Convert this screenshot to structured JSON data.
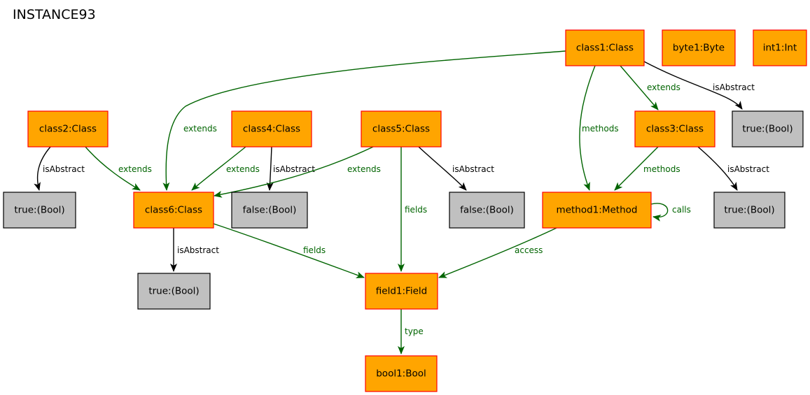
{
  "title": "INSTANCE93",
  "colors": {
    "object_fill": "#ffa500",
    "object_stroke": "#ff0000",
    "value_fill": "#c0c0c0",
    "value_stroke": "#000000",
    "link_color": "#006400",
    "attr_color": "#000000"
  },
  "nodes": [
    {
      "id": "class1",
      "label": "class1:Class",
      "kind": "object"
    },
    {
      "id": "byte1",
      "label": "byte1:Byte",
      "kind": "object"
    },
    {
      "id": "int1",
      "label": "int1:Int",
      "kind": "object"
    },
    {
      "id": "class2",
      "label": "class2:Class",
      "kind": "object"
    },
    {
      "id": "class4",
      "label": "class4:Class",
      "kind": "object"
    },
    {
      "id": "class5",
      "label": "class5:Class",
      "kind": "object"
    },
    {
      "id": "class3",
      "label": "class3:Class",
      "kind": "object"
    },
    {
      "id": "true_c1",
      "label": "true:(Bool)",
      "kind": "value"
    },
    {
      "id": "true_c2",
      "label": "true:(Bool)",
      "kind": "value"
    },
    {
      "id": "class6",
      "label": "class6:Class",
      "kind": "object"
    },
    {
      "id": "false_c4",
      "label": "false:(Bool)",
      "kind": "value"
    },
    {
      "id": "false_c5",
      "label": "false:(Bool)",
      "kind": "value"
    },
    {
      "id": "method1",
      "label": "method1:Method",
      "kind": "object"
    },
    {
      "id": "true_c3",
      "label": "true:(Bool)",
      "kind": "value"
    },
    {
      "id": "true_c6",
      "label": "true:(Bool)",
      "kind": "value"
    },
    {
      "id": "field1",
      "label": "field1:Field",
      "kind": "object"
    },
    {
      "id": "bool1",
      "label": "bool1:Bool",
      "kind": "object"
    }
  ],
  "edges": [
    {
      "id": "e1",
      "label": "extends",
      "kind": "link"
    },
    {
      "id": "e2",
      "label": "extends",
      "kind": "link"
    },
    {
      "id": "e3",
      "label": "methods",
      "kind": "link"
    },
    {
      "id": "e4",
      "label": "isAbstract",
      "kind": "attr"
    },
    {
      "id": "e5",
      "label": "isAbstract",
      "kind": "attr"
    },
    {
      "id": "e6",
      "label": "extends",
      "kind": "link"
    },
    {
      "id": "e7",
      "label": "extends",
      "kind": "link"
    },
    {
      "id": "e8",
      "label": "isAbstract",
      "kind": "attr"
    },
    {
      "id": "e9",
      "label": "extends",
      "kind": "link"
    },
    {
      "id": "e10",
      "label": "fields",
      "kind": "link"
    },
    {
      "id": "e11",
      "label": "isAbstract",
      "kind": "attr"
    },
    {
      "id": "e12",
      "label": "methods",
      "kind": "link"
    },
    {
      "id": "e13",
      "label": "isAbstract",
      "kind": "attr"
    },
    {
      "id": "e14",
      "label": "calls",
      "kind": "link"
    },
    {
      "id": "e15",
      "label": "isAbstract",
      "kind": "attr"
    },
    {
      "id": "e16",
      "label": "fields",
      "kind": "link"
    },
    {
      "id": "e17",
      "label": "access",
      "kind": "link"
    },
    {
      "id": "e18",
      "label": "type",
      "kind": "link"
    }
  ]
}
